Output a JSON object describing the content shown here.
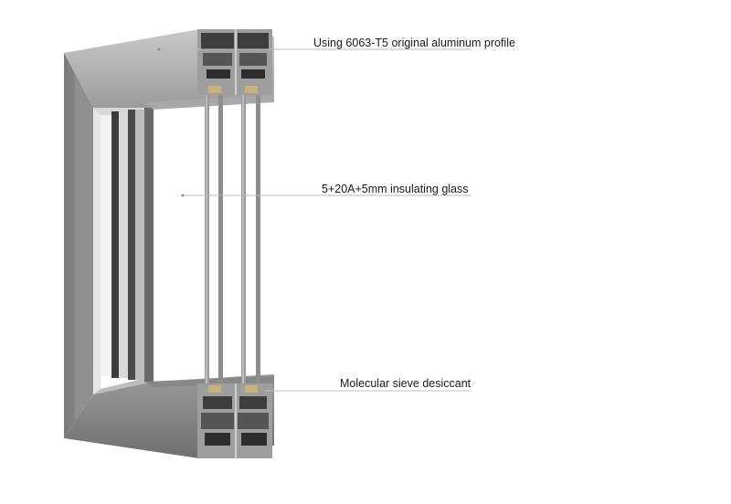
{
  "annotations": [
    {
      "label": "Using 6063-T5 original aluminum profile"
    },
    {
      "label": "5+20A+5mm insulating glass"
    },
    {
      "label": "Molecular sieve desiccant"
    }
  ],
  "colors": {
    "frame_face": "#8a8a8a",
    "frame_light": "#b3b3b3",
    "frame_dark": "#5e5e5e",
    "profile_section": "#4a4a4a",
    "glass_edge": "#9a9a9a",
    "desiccant": "#c8b27a",
    "leader_line": "#bdbdbd"
  }
}
